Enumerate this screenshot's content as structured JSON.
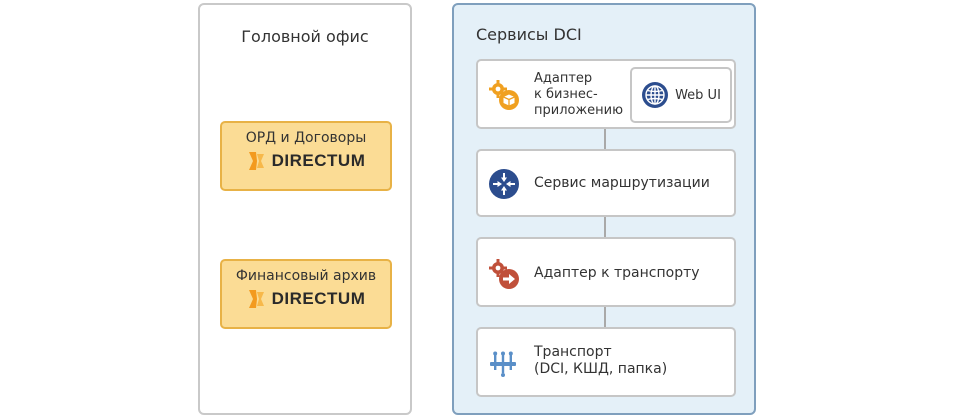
{
  "head_office": {
    "title": "Головной офис",
    "apps": [
      {
        "name": "ОРД и Договоры",
        "brand": "DIRECTUM"
      },
      {
        "name": "Финансовый архив",
        "brand": "DIRECTUM"
      }
    ]
  },
  "dci": {
    "title": "Сервисы DCI",
    "adapter_business": {
      "label_lines": [
        "Адаптер",
        "к бизнес-",
        "приложению"
      ],
      "icon": "gear-box-icon"
    },
    "web_ui": {
      "label": "Web UI",
      "icon": "globe-icon"
    },
    "routing": {
      "label": "Сервис маршрутизации",
      "icon": "routing-arrows-icon"
    },
    "adapter_transport": {
      "label": "Адаптер к транспорту",
      "icon": "gear-arrow-icon"
    },
    "transport": {
      "label_lines": [
        "Транспорт",
        "(DCI, КШД, папка)"
      ],
      "icon": "transport-bus-icon"
    }
  },
  "colors": {
    "app_fill": "#fbdc95",
    "app_border": "#e8b246",
    "brand_orange": "#f39a1f",
    "dci_bg": "#e4f0f8",
    "dci_border": "#7f9fbd",
    "icon_orange": "#f0a020",
    "icon_blue": "#2c4d8e",
    "icon_red": "#c0503a",
    "icon_lightblue": "#5a8fc8"
  }
}
